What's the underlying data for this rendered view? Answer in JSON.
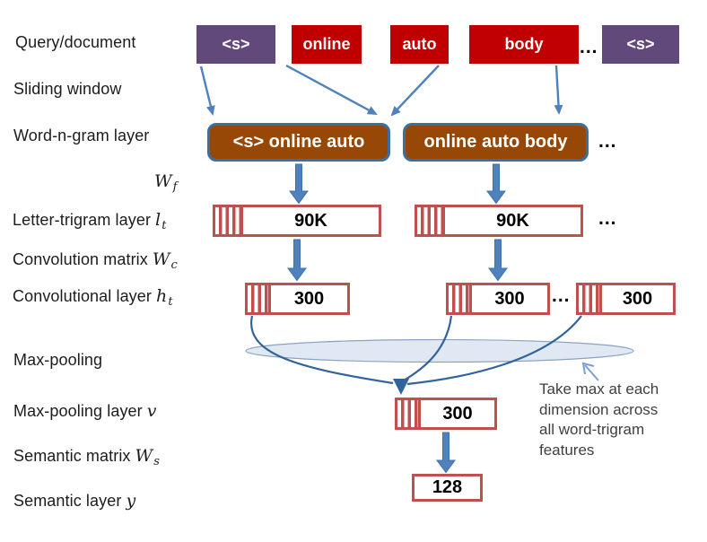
{
  "colors": {
    "token_boundary": "#61497B",
    "token_word": "#C00000",
    "ngram_fill": "#974806",
    "ngram_border": "#3A6FA5",
    "vector_border": "#C0504D",
    "arrow_blue": "#4F81BD",
    "curve_blue": "#31649B",
    "pooling_ellipse_fill": "#DBE5F1",
    "annotation_arrow": "#7C9FD8"
  },
  "labels": {
    "query": "Query/document",
    "sliding": "Sliding window",
    "ngram": "Word-n-gram layer",
    "wf_base": "W",
    "wf_sub": "f",
    "trigram_text": "Letter-trigram layer",
    "trigram_base": "l",
    "trigram_sub": "t",
    "convmat_text": "Convolution matrix",
    "convmat_base": "W",
    "convmat_sub": "c",
    "convlayer_text": "Convolutional layer",
    "convlayer_base": "h",
    "convlayer_sub": "t",
    "maxpool": "Max-pooling",
    "maxpoollayer_text": "Max-pooling layer",
    "maxpoollayer_base": "v",
    "semmat_text": "Semantic matrix",
    "semmat_base": "W",
    "semmat_sub": "s",
    "semlayer_text": "Semantic layer",
    "semlayer_base": "y"
  },
  "tokens": [
    "<s>",
    "online",
    "auto",
    "body",
    "<s>"
  ],
  "ellipsis": "...",
  "ngram_boxes": [
    "<s> online auto",
    "online auto body"
  ],
  "trigram_boxes": [
    "90K",
    "90K"
  ],
  "conv_boxes": [
    "300",
    "300",
    "300"
  ],
  "pool_value": "300",
  "semantic_value": "128",
  "annotation": "Take max at each dimension across all word-trigram features"
}
